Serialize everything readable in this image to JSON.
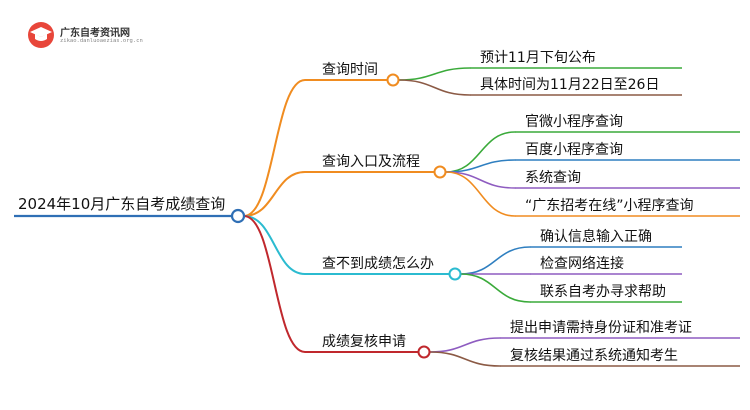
{
  "logo": {
    "title": "广东自考资讯网",
    "subtitle": "zikao.danluoaezias.org.cn"
  },
  "root": {
    "label": "2024年10月广东自考成绩查询",
    "color": "#2f6fb5"
  },
  "branches": [
    {
      "label": "查询时间",
      "color": "#f08c20",
      "children": [
        {
          "label": "预计11月下旬公布",
          "color": "#3aaa3a"
        },
        {
          "label": "具体时间为11月22日至26日",
          "color": "#8b5a45"
        }
      ]
    },
    {
      "label": "查询入口及流程",
      "color": "#f08c20",
      "children": [
        {
          "label": "官微小程序查询",
          "color": "#3aaa3a"
        },
        {
          "label": "百度小程序查询",
          "color": "#2f7fc0"
        },
        {
          "label": "系统查询",
          "color": "#8e5cc0"
        },
        {
          "label": "“广东招考在线”小程序查询",
          "color": "#f08c20"
        }
      ]
    },
    {
      "label": "查不到成绩怎么办",
      "color": "#2bbbd0",
      "children": [
        {
          "label": "确认信息输入正确",
          "color": "#2f7fc0"
        },
        {
          "label": "检查网络连接",
          "color": "#8e5cc0"
        },
        {
          "label": "联系自考办寻求帮助",
          "color": "#3aaa3a"
        }
      ]
    },
    {
      "label": "成绩复核申请",
      "color": "#c0282d",
      "children": [
        {
          "label": "提出申请需持身份证和准考证",
          "color": "#8e5cc0"
        },
        {
          "label": "复核结果通过系统通知考生",
          "color": "#8b5a45"
        }
      ]
    }
  ]
}
